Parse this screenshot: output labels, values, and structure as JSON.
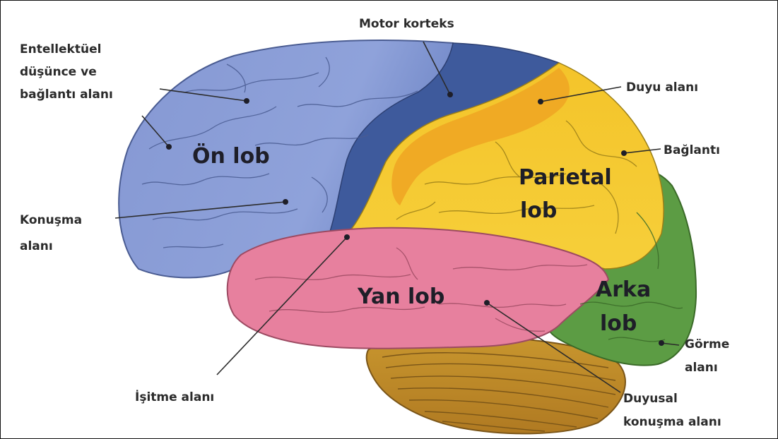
{
  "lobes": {
    "frontal": "Ön lob",
    "parietal_1": "Parietal",
    "parietal_2": "lob",
    "temporal": "Yan lob",
    "occipital_1": "Arka",
    "occipital_2": "lob"
  },
  "labels": {
    "intellectual_1": "Entellektüel",
    "intellectual_2": "düşünce ve",
    "intellectual_3": "bağlantı alanı",
    "motor": "Motor korteks",
    "sensory": "Duyu alanı",
    "association": "Bağlantı",
    "speech_1": "Konuşma",
    "speech_2": "alanı",
    "hearing": "İşitme alanı",
    "vision_1": "Görme",
    "vision_2": "alanı",
    "sensory_speech_1": "Duyusal",
    "sensory_speech_2": "konuşma alanı"
  },
  "colors": {
    "frontal": "#7f93cf",
    "motor": "#3e5a9c",
    "parietal": "#f2c62c",
    "sensory": "#f0a624",
    "temporal": "#e7809e",
    "occipital": "#5c9c44",
    "cerebellum": "#c08c2a"
  }
}
